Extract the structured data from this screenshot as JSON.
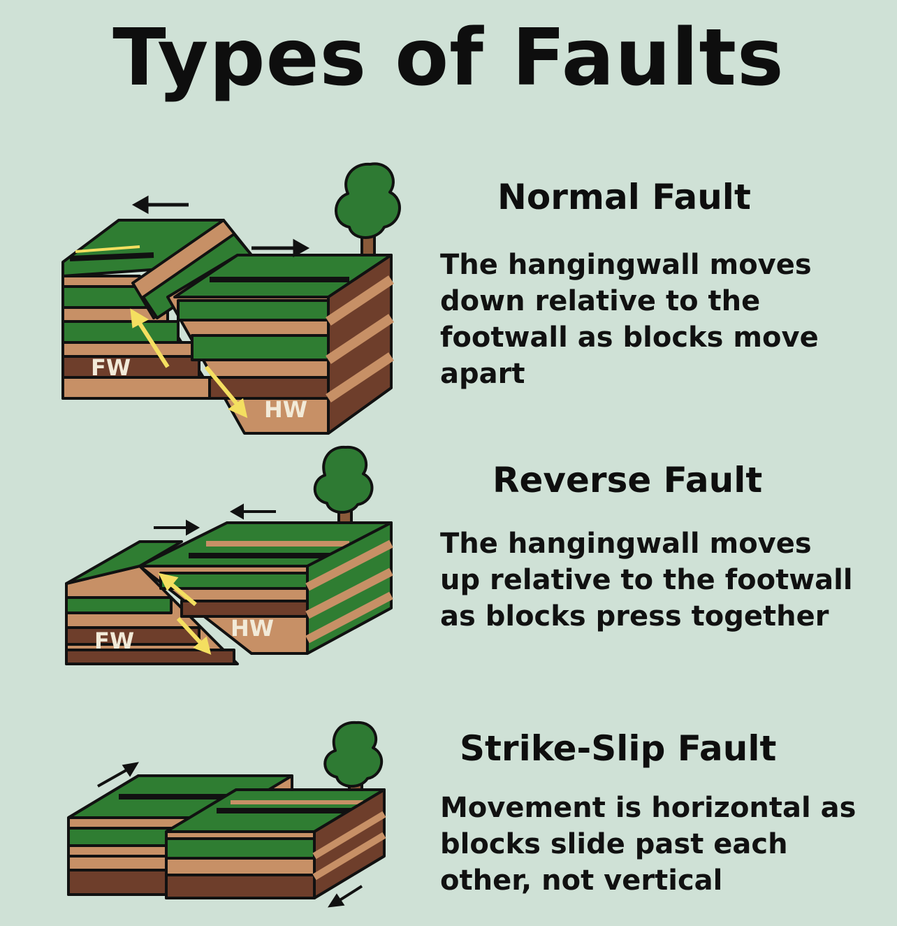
{
  "title": "Types of Faults",
  "faults": [
    {
      "name": "Normal Fault",
      "description": "The hangingwall moves down relative to the footwall as blocks move apart",
      "labels": {
        "footwall": "FW",
        "hangingwall": "HW"
      }
    },
    {
      "name": "Reverse Fault",
      "description": "The hangingwall moves up relative to the footwall as blocks press together",
      "labels": {
        "footwall": "FW",
        "hangingwall": "HW"
      }
    },
    {
      "name": "Strike-Slip Fault",
      "description": "Movement is horizontal as blocks slide past each other, not vertical"
    }
  ],
  "colors": {
    "background": "#cfe1d6",
    "grass": "#2f7d32",
    "tan": "#c79066",
    "dark_brown": "#6e3e2b",
    "black_layer": "#111111",
    "arrow_yellow": "#f4df60",
    "tree": "#2e7a33"
  }
}
